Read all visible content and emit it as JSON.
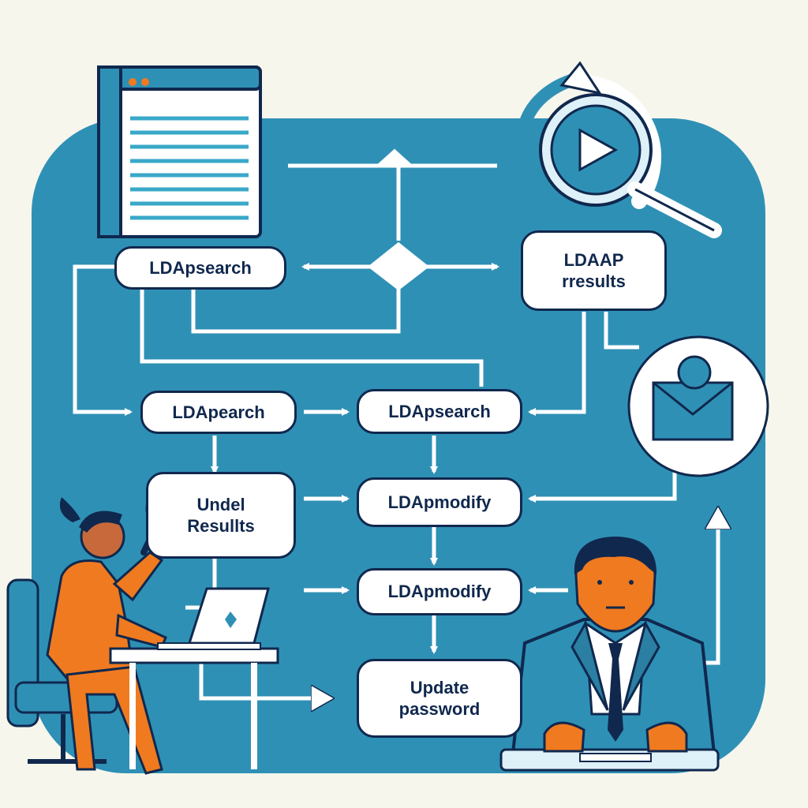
{
  "colors": {
    "background": "#f6f6ec",
    "panel": "#2f90b5",
    "node_fill": "#ffffff",
    "node_text": "#10284e",
    "arrow": "#ffffff",
    "accent_orange": "#f07a1f"
  },
  "nodes": {
    "ldapsearch_top": {
      "label": "LDApsearch"
    },
    "ldap_results": {
      "line1": "LDAAP",
      "line2": "rresults"
    },
    "ldapsearch_mid_left": {
      "label": "LDApearch"
    },
    "ldapsearch_mid_right": {
      "label": "LDApsearch"
    },
    "undel_results": {
      "line1": "Undel",
      "line2": "Resullts"
    },
    "ldapmodify_1": {
      "label": "LDApmodify"
    },
    "ldapmodify_2": {
      "label": "LDApmodify"
    },
    "update_password": {
      "line1": "Update",
      "line2": "password"
    }
  },
  "icons": [
    "document-window-icon",
    "magnifier-refresh-icon",
    "mail-envelope-icon",
    "person-with-magnifier-illustration",
    "laptop-icon",
    "businessman-illustration"
  ]
}
